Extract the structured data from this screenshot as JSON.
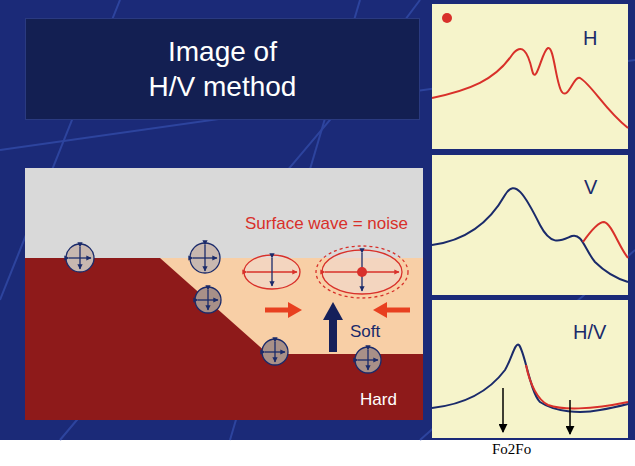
{
  "diagram": {
    "nodes": [
      {
        "text": [
          "Image of H/V method"
        ]
      },
      {
        "text": [
          "H"
        ]
      },
      {
        "text": [
          "V"
        ]
      },
      {
        "text": [
          "H/V"
        ]
      }
    ],
    "labels": [
      "Surface wave = noise",
      "Soft",
      "Hard",
      "Fo2Fo"
    ]
  }
}
